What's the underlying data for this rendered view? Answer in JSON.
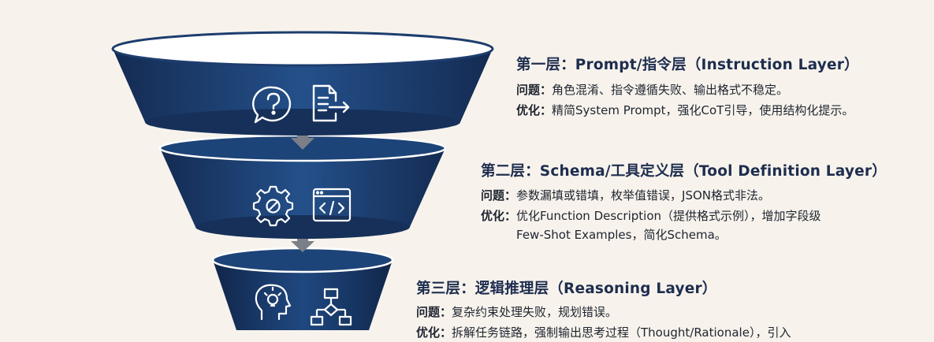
{
  "colors": {
    "background": "#f7f3ec",
    "funnel_dark": "#17325e",
    "funnel_mid": "#24508a",
    "funnel_rim": "#ffffff",
    "arrow": "#7a7f88",
    "title_text": "#1e2d4f"
  },
  "layers": [
    {
      "title": "第一层：Prompt/指令层（Instruction Layer）",
      "problem_label": "问题：",
      "problem": "角色混淆、指令遵循失败、输出格式不稳定。",
      "optimize_label": "优化：",
      "optimize": "精简System Prompt，强化CoT引导，使用结构化提示。",
      "icons": [
        "question-bubble-icon",
        "document-export-icon"
      ]
    },
    {
      "title": "第二层：Schema/工具定义层（Tool Definition Layer）",
      "problem_label": "问题：",
      "problem": "参数漏填或错填，枚举值错误，JSON格式非法。",
      "optimize_label": "优化：",
      "optimize": "优化Function Description（提供格式示例），增加字段级\nFew-Shot Examples，简化Schema。",
      "icons": [
        "gear-icon",
        "code-window-icon"
      ]
    },
    {
      "title": "第三层：逻辑推理层（Reasoning Layer）",
      "problem_label": "问题：",
      "problem": "复杂约束处理失败，规划错误。",
      "optimize_label": "优化：",
      "optimize": "拆解任务链路，强制输出思考过程（Thought/Rationale），引入",
      "icons": [
        "head-lightbulb-icon",
        "flowchart-icon"
      ]
    }
  ]
}
